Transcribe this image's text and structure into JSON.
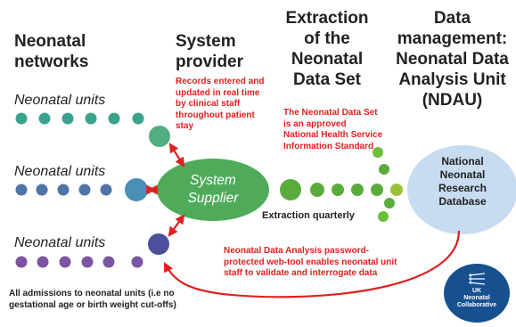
{
  "headers": {
    "networks": "Neonatal networks",
    "networks_line1": "Neonatal",
    "networks_line2": "networks",
    "provider_line1": "System",
    "provider_line2": "provider",
    "extraction_line1": "Extraction",
    "extraction_line2": "of the",
    "extraction_line3": "Neonatal",
    "extraction_line4": "Data Set",
    "mgmt_line1": "Data",
    "mgmt_line2": "management:",
    "mgmt_line3": "Neonatal Data",
    "mgmt_line4": "Analysis Unit",
    "mgmt_line5": "(NDAU)"
  },
  "units": {
    "row1": "Neonatal units",
    "row2": "Neonatal units",
    "row3": "Neonatal units"
  },
  "notes": {
    "records_1": "Records entered and",
    "records_2": "updated in real time",
    "records_3": "by clinical staff",
    "records_4": "throughout patient",
    "records_5": "stay",
    "nds_1": "The Neonatal Data Set",
    "nds_2": "is an approved",
    "nds_3": "National Health Service",
    "nds_4": "Information Standard",
    "tool_1": "Neonatal Data Analysis password-",
    "tool_2": "protected web-tool enables neonatal unit",
    "tool_3": "staff to validate and interrogate data",
    "extraction": "Extraction quarterly",
    "admissions_1": "All admissions to neonatal units (i.e no",
    "admissions_2": "gestational age or birth weight cut-offs)"
  },
  "system_supplier": {
    "line1": "System",
    "line2": "Supplier"
  },
  "database": {
    "line1": "National",
    "line2": "Neonatal",
    "line3": "Research",
    "line4": "Database"
  },
  "logo": {
    "line1": "UK",
    "line2": "Neonatal",
    "line3": "Collaborative"
  },
  "colors": {
    "teal": "#3aa38e",
    "blue": "#4f74a6",
    "purple": "#7b55a0",
    "green": "#5aab3c",
    "arrow_red": "#e02020",
    "db_fill": "#c7dcf0",
    "logo_blue": "#16508f"
  }
}
